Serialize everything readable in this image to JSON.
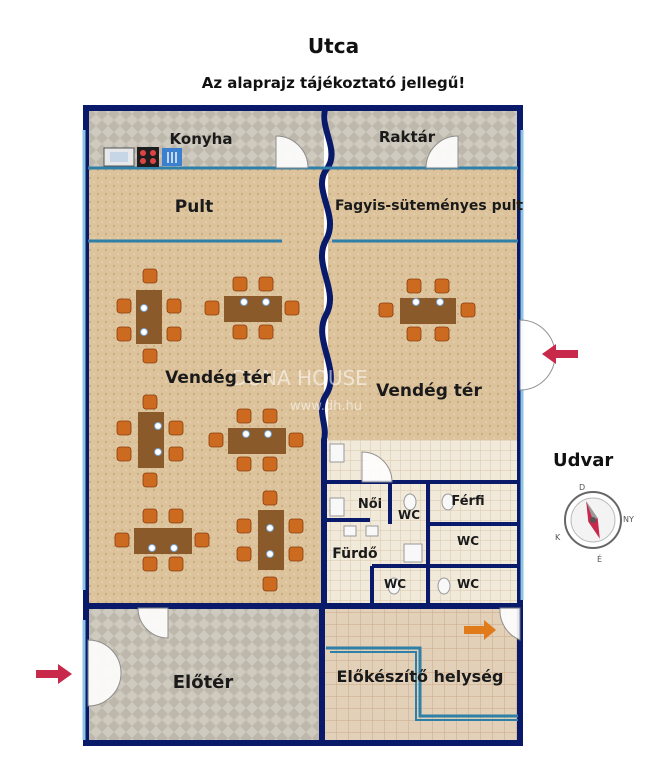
{
  "header": {
    "street": "Utca",
    "disclaimer": "Az alaprajz tájékoztató jellegű!"
  },
  "rooms": {
    "kitchen": "Konyha",
    "storage": "Raktár",
    "counter": "Pult",
    "icecream_counter": "Fagyis-süteményes pult",
    "guest_area_left": "Vendég tér",
    "guest_area_right": "Vendég tér",
    "womens": "Női",
    "mens": "Férfi",
    "bathroom": "Fürdő",
    "wc_1": "WC",
    "wc_2": "WC",
    "wc_3": "WC",
    "wc_4": "WC",
    "lobby": "Előtér",
    "prep_room": "Előkészítő helység"
  },
  "outside": {
    "yard": "Udvar"
  },
  "compass": {
    "letters": [
      "D",
      "NY",
      "É",
      "K"
    ]
  },
  "watermark": {
    "line1": "DUNA HOUSE",
    "line2": "www.dh.hu"
  },
  "colors": {
    "wall": "#0a1a6a",
    "partition": "#2f7fa8",
    "floor_wood": "#d9bf97",
    "floor_tile": "#cbc7bb",
    "table": "#8a5a2b",
    "chair": "#cc6a1f",
    "entry_arrow": "#c8284a",
    "inner_arrow": "#e07a1a"
  }
}
